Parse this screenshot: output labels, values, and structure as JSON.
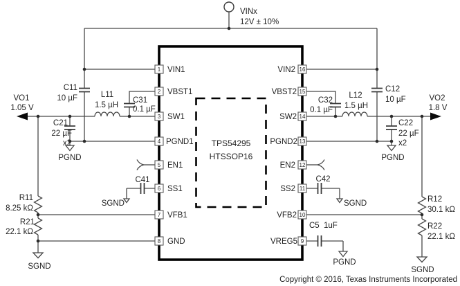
{
  "supply": {
    "name": "VINx",
    "value": "12V ± 10%"
  },
  "ic": {
    "part": "TPS54295",
    "package": "HTSSOP16"
  },
  "pins": {
    "left": [
      {
        "num": "1",
        "label": "VIN1"
      },
      {
        "num": "2",
        "label": "VBST1"
      },
      {
        "num": "3",
        "label": "SW1"
      },
      {
        "num": "4",
        "label": "PGND1"
      },
      {
        "num": "5",
        "label": "EN1"
      },
      {
        "num": "6",
        "label": "SS1"
      },
      {
        "num": "7",
        "label": "VFB1"
      },
      {
        "num": "8",
        "label": "GND"
      }
    ],
    "right": [
      {
        "num": "16",
        "label": "VIN2"
      },
      {
        "num": "15",
        "label": "VBST2"
      },
      {
        "num": "14",
        "label": "SW2"
      },
      {
        "num": "13",
        "label": "PGND2"
      },
      {
        "num": "12",
        "label": "EN2"
      },
      {
        "num": "11",
        "label": "SS2"
      },
      {
        "num": "10",
        "label": "VFB2"
      },
      {
        "num": "9",
        "label": "VREG5"
      }
    ]
  },
  "outputs": {
    "vo1": {
      "name": "VO1",
      "value": "1.05 V"
    },
    "vo2": {
      "name": "VO2",
      "value": "1.8 V"
    }
  },
  "components": {
    "c11": {
      "ref": "C11",
      "value": "10 µF"
    },
    "l11": {
      "ref": "L11",
      "value": "1.5 µH"
    },
    "c31": {
      "ref": "C31",
      "value": "0.1 µF"
    },
    "c21": {
      "ref": "C21",
      "value": "22 µF",
      "qty": "x2"
    },
    "c41": {
      "ref": "C41"
    },
    "r11": {
      "ref": "R11",
      "value": "8.25 kΩ"
    },
    "r21": {
      "ref": "R21",
      "value": "22.1 kΩ"
    },
    "c12": {
      "ref": "C12",
      "value": "10 µF"
    },
    "l12": {
      "ref": "L12",
      "value": "1.5 µH"
    },
    "c32": {
      "ref": "C32",
      "value": "0.1 µF"
    },
    "c22": {
      "ref": "C22",
      "value": "22 µF",
      "qty": "x2"
    },
    "c42": {
      "ref": "C42"
    },
    "c5": {
      "ref": "C5",
      "value": "1uF"
    },
    "r12": {
      "ref": "R12",
      "value": "30.1 kΩ"
    },
    "r22": {
      "ref": "R22",
      "value": "22.1 kΩ"
    }
  },
  "grounds": {
    "pgnd": "PGND",
    "sgnd": "SGND"
  },
  "footer": {
    "copyright": "Copyright © 2016, Texas Instruments Incorporated"
  }
}
